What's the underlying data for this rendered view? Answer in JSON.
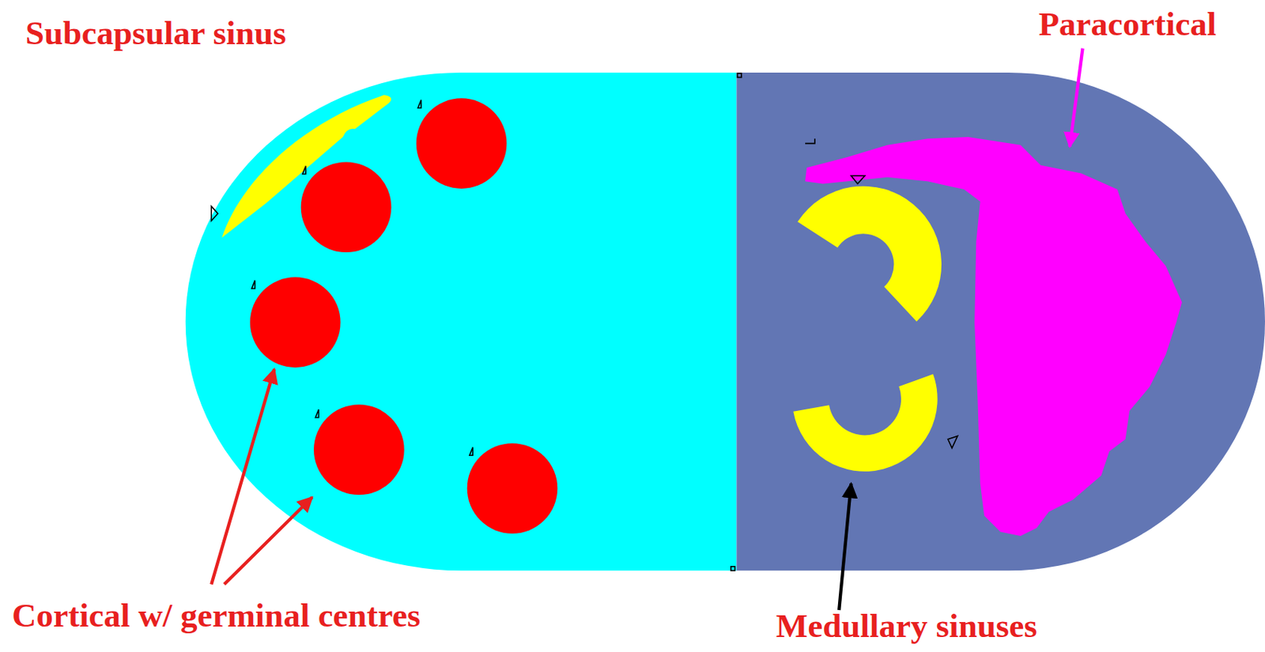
{
  "diagram": {
    "labels": [
      "Subcapsular sinus",
      "Paracortical",
      "Cortical w/ germinal centres",
      "Medullary sinuses"
    ]
  }
}
